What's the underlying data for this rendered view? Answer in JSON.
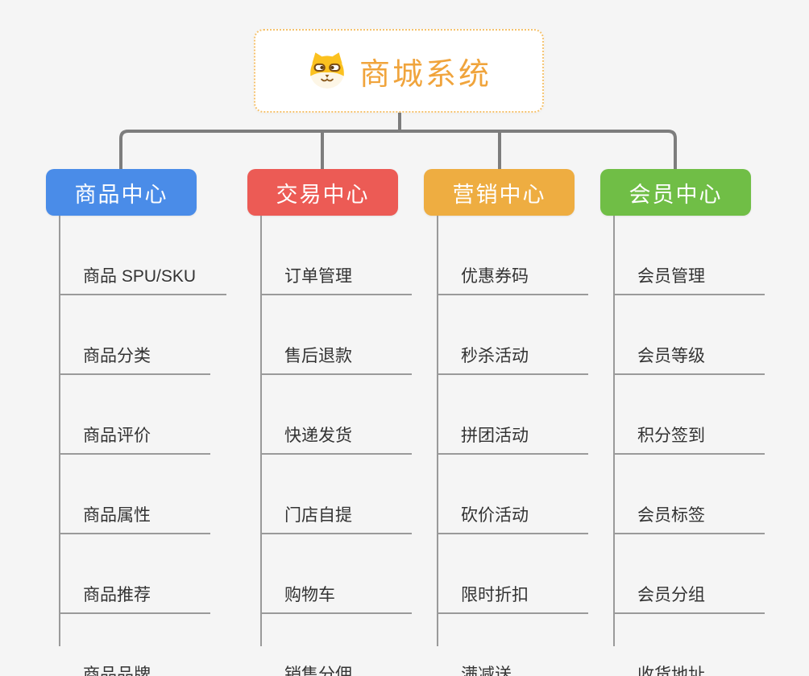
{
  "root": {
    "label": "商城系统",
    "icon": "dog-face-icon",
    "text_color": "#f0a43c",
    "border_color": "#f5c26e"
  },
  "branches": [
    {
      "label": "商品中心",
      "color": "#4a8ce8",
      "children": [
        "商品 SPU/SKU",
        "商品分类",
        "商品评价",
        "商品属性",
        "商品推荐",
        "商品品牌"
      ]
    },
    {
      "label": "交易中心",
      "color": "#ec5b55",
      "children": [
        "订单管理",
        "售后退款",
        "快递发货",
        "门店自提",
        "购物车",
        "销售分佣"
      ]
    },
    {
      "label": "营销中心",
      "color": "#eead41",
      "children": [
        "优惠券码",
        "秒杀活动",
        "拼团活动",
        "砍价活动",
        "限时折扣",
        "满减送"
      ]
    },
    {
      "label": "会员中心",
      "color": "#70be46",
      "children": [
        "会员管理",
        "会员等级",
        "积分签到",
        "会员标签",
        "会员分组",
        "收货地址"
      ]
    }
  ],
  "style": {
    "connector_color": "#7d7d7d",
    "leaf_line_color": "#9a9a9a",
    "background": "#f5f5f5"
  }
}
